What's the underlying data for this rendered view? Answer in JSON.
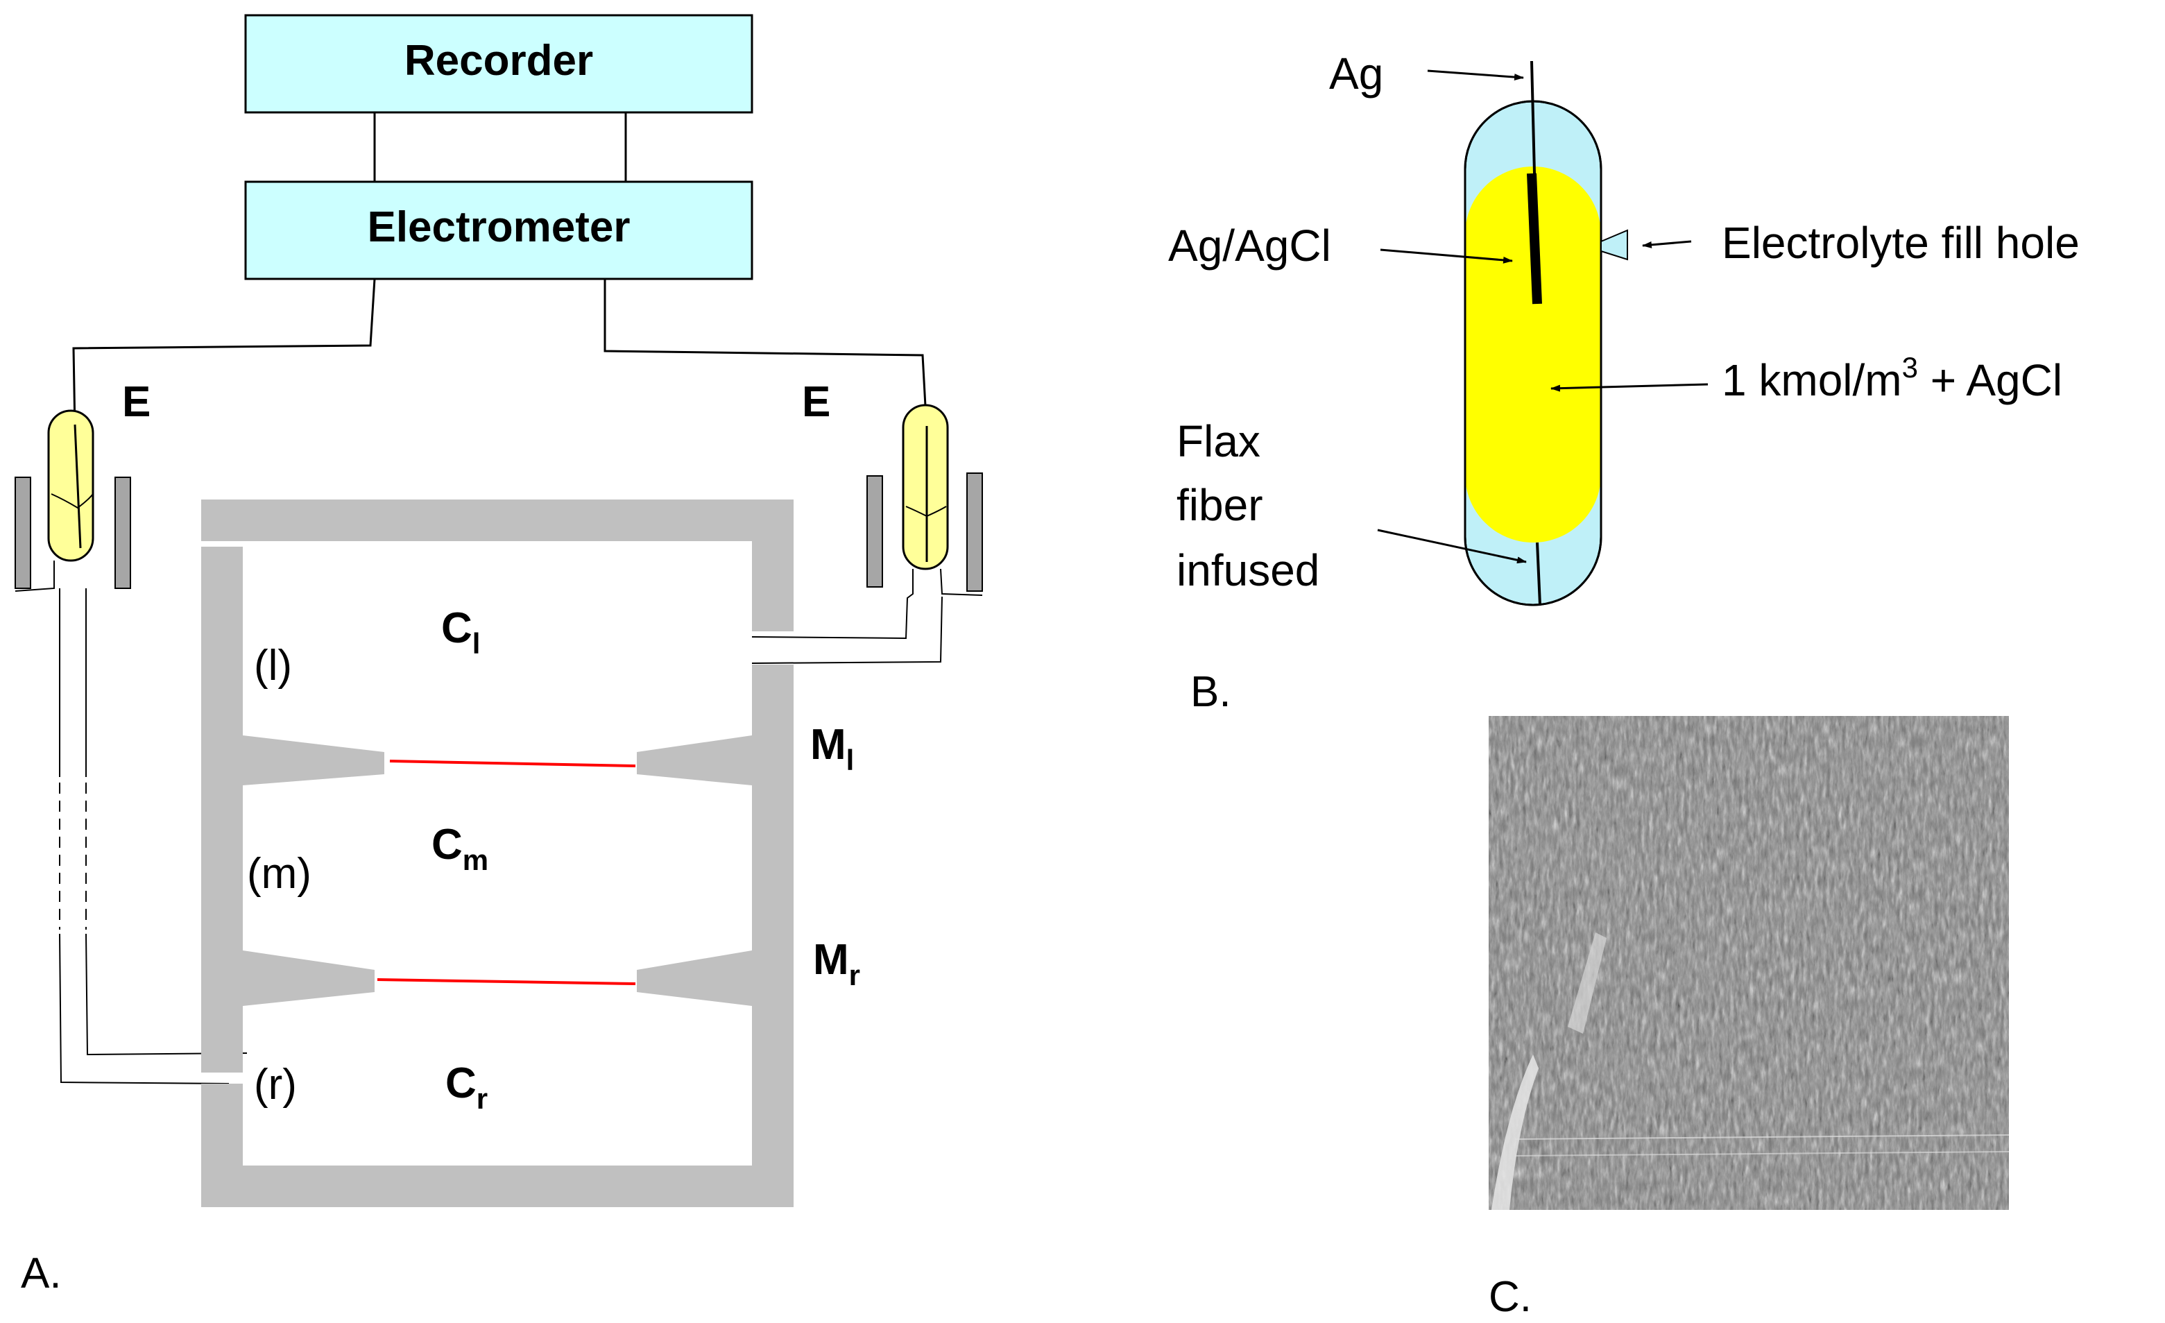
{
  "panel_a": {
    "recorder_label": "Recorder",
    "electrometer_label": "Electrometer",
    "electrode_left_label": "E",
    "electrode_right_label": "E",
    "compartment_labels": {
      "left_main": "C",
      "left_sub": "l",
      "middle_main": "C",
      "middle_sub": "m",
      "right_main": "C",
      "right_sub": "r"
    },
    "side_labels": {
      "left": "(l)",
      "middle": "(m)",
      "right": "(r)"
    },
    "membrane_labels": {
      "left_main": "M",
      "left_sub": "l",
      "right_main": "M",
      "right_sub": "r"
    },
    "panel_letter": "A."
  },
  "panel_b": {
    "ag_label": "Ag",
    "agagcl_label": "Ag/AgCl",
    "fill_hole_label": "Electrolyte fill hole",
    "solution_label_prefix": "1 kmol/m",
    "solution_label_sup": "3",
    "solution_label_suffix": " + AgCl",
    "flax_line1": "Flax",
    "flax_line2": "fiber",
    "flax_line3": "infused",
    "panel_letter": "B."
  },
  "panel_c": {
    "panel_letter": "C."
  },
  "colors": {
    "box_fill": "#ccffff",
    "electrode_fill": "#ffff99",
    "cell_gray": "#c0c0c0",
    "membrane_red": "#ff0000",
    "yellow_fill": "#ffff00",
    "light_blue": "#bff0f8"
  }
}
